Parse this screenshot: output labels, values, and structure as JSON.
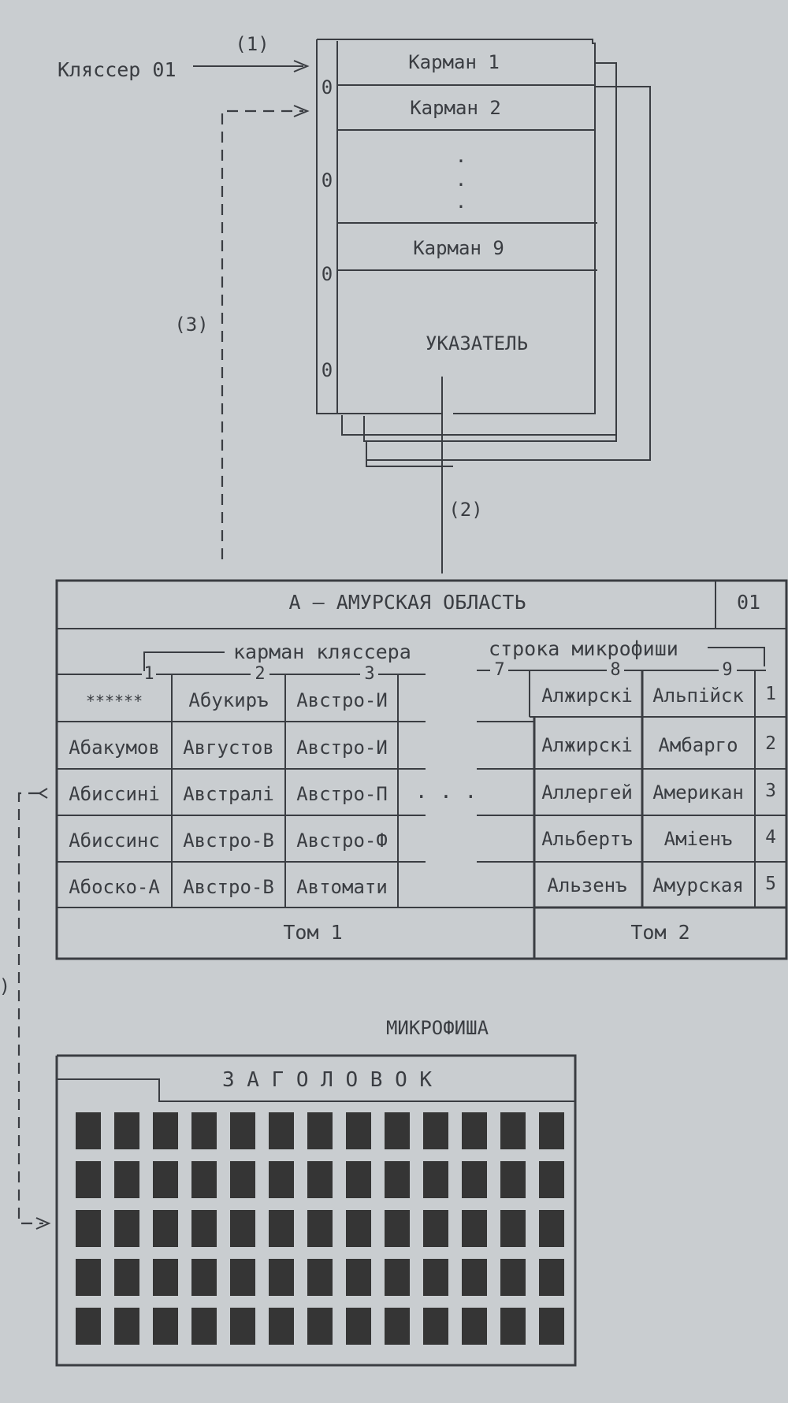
{
  "binder": {
    "label": "Кляссер 01",
    "pockets": [
      "Карман 1",
      "Карман 2",
      "Карман 9"
    ],
    "ellipsis": ".",
    "index_label": "УКАЗАТЕЛЬ",
    "holes": [
      "0",
      "0",
      "0",
      "0"
    ]
  },
  "arrows": {
    "a1": "(1)",
    "a2": "(2)",
    "a3": "(3)",
    "a4": ")"
  },
  "index_sheet": {
    "title": "А – АМУРСКАЯ ОБЛАСТЬ",
    "number": "01",
    "left_caption": "карман кляссера",
    "right_caption": "строка микрофиши",
    "col_numbers": [
      "1",
      "2",
      "3",
      "7",
      "8",
      "9"
    ],
    "row_numbers": [
      "1",
      "2",
      "3",
      "4",
      "5"
    ],
    "dots": ". . .",
    "tom1": {
      "label": "Том 1",
      "rows": [
        [
          "******",
          "Абукиръ",
          "Австро-И"
        ],
        [
          "Абакумов",
          "Августов",
          "Австро-И"
        ],
        [
          "Абиссині",
          "Австралі",
          "Австро-П"
        ],
        [
          "Абиссинс",
          "Австро-В",
          "Австро-Ф"
        ],
        [
          "Абоско-А",
          "Австро-В",
          "Автомати"
        ]
      ]
    },
    "tom2": {
      "label": "Том 2",
      "rows": [
        [
          "Алжирскі",
          "Альпійск"
        ],
        [
          "Алжирскі",
          "Амбарго"
        ],
        [
          "Аллергей",
          "Американ"
        ],
        [
          "Альбертъ",
          "Аміенъ"
        ],
        [
          "Альзенъ",
          "Амурская"
        ]
      ]
    }
  },
  "microfiche": {
    "caption": "МИКРОФИША",
    "header": "З А Г О Л О В О К",
    "grid_rows": 5,
    "grid_cols": 13
  }
}
